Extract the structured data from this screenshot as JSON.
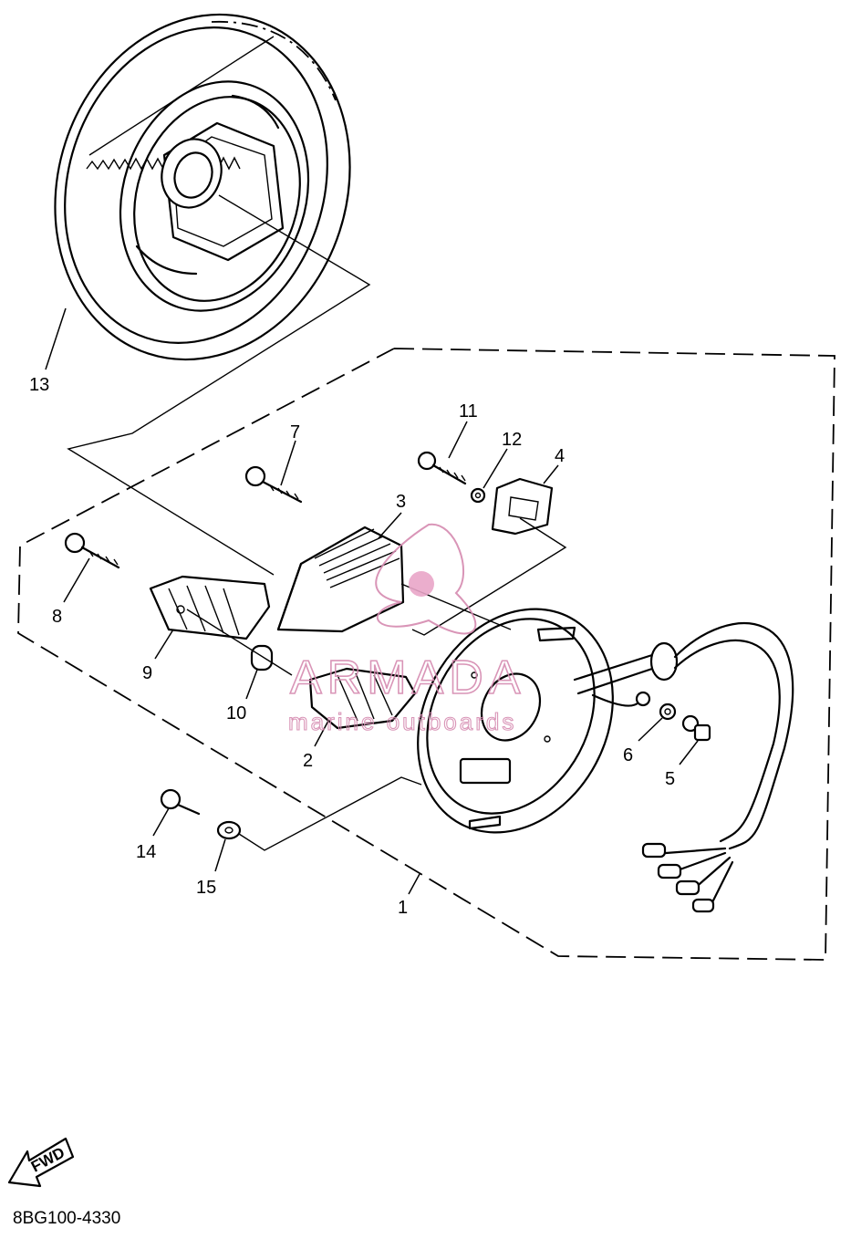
{
  "diagram": {
    "callouts": [
      {
        "id": "13",
        "label": "13"
      },
      {
        "id": "11",
        "label": "11"
      },
      {
        "id": "12",
        "label": "12"
      },
      {
        "id": "7",
        "label": "7"
      },
      {
        "id": "4",
        "label": "4"
      },
      {
        "id": "3",
        "label": "3"
      },
      {
        "id": "8",
        "label": "8"
      },
      {
        "id": "9",
        "label": "9"
      },
      {
        "id": "10",
        "label": "10"
      },
      {
        "id": "2",
        "label": "2"
      },
      {
        "id": "6",
        "label": "6"
      },
      {
        "id": "5",
        "label": "5"
      },
      {
        "id": "14",
        "label": "14"
      },
      {
        "id": "15",
        "label": "15"
      },
      {
        "id": "1",
        "label": "1"
      }
    ],
    "direction_arrow": "FWD",
    "part_code": "8BG100-4330"
  },
  "watermark": {
    "brand": "ARMADA",
    "tagline": "marine outboards",
    "color": "#d58ab0"
  }
}
